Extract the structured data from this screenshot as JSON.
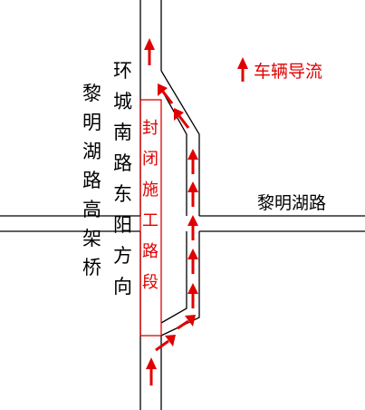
{
  "labels": {
    "road_left_vertical": "黎明湖路高架桥",
    "road_right_vertical": "环城南路东阳方向",
    "closed_section": "封闭施工路段",
    "cross_road": "黎明湖路",
    "legend": "车辆导流"
  },
  "colors": {
    "road_line": "#000000",
    "closure": "#e00000",
    "arrow": "#e00000"
  },
  "icons": {
    "legend_icon": "red-up-arrow-icon"
  }
}
